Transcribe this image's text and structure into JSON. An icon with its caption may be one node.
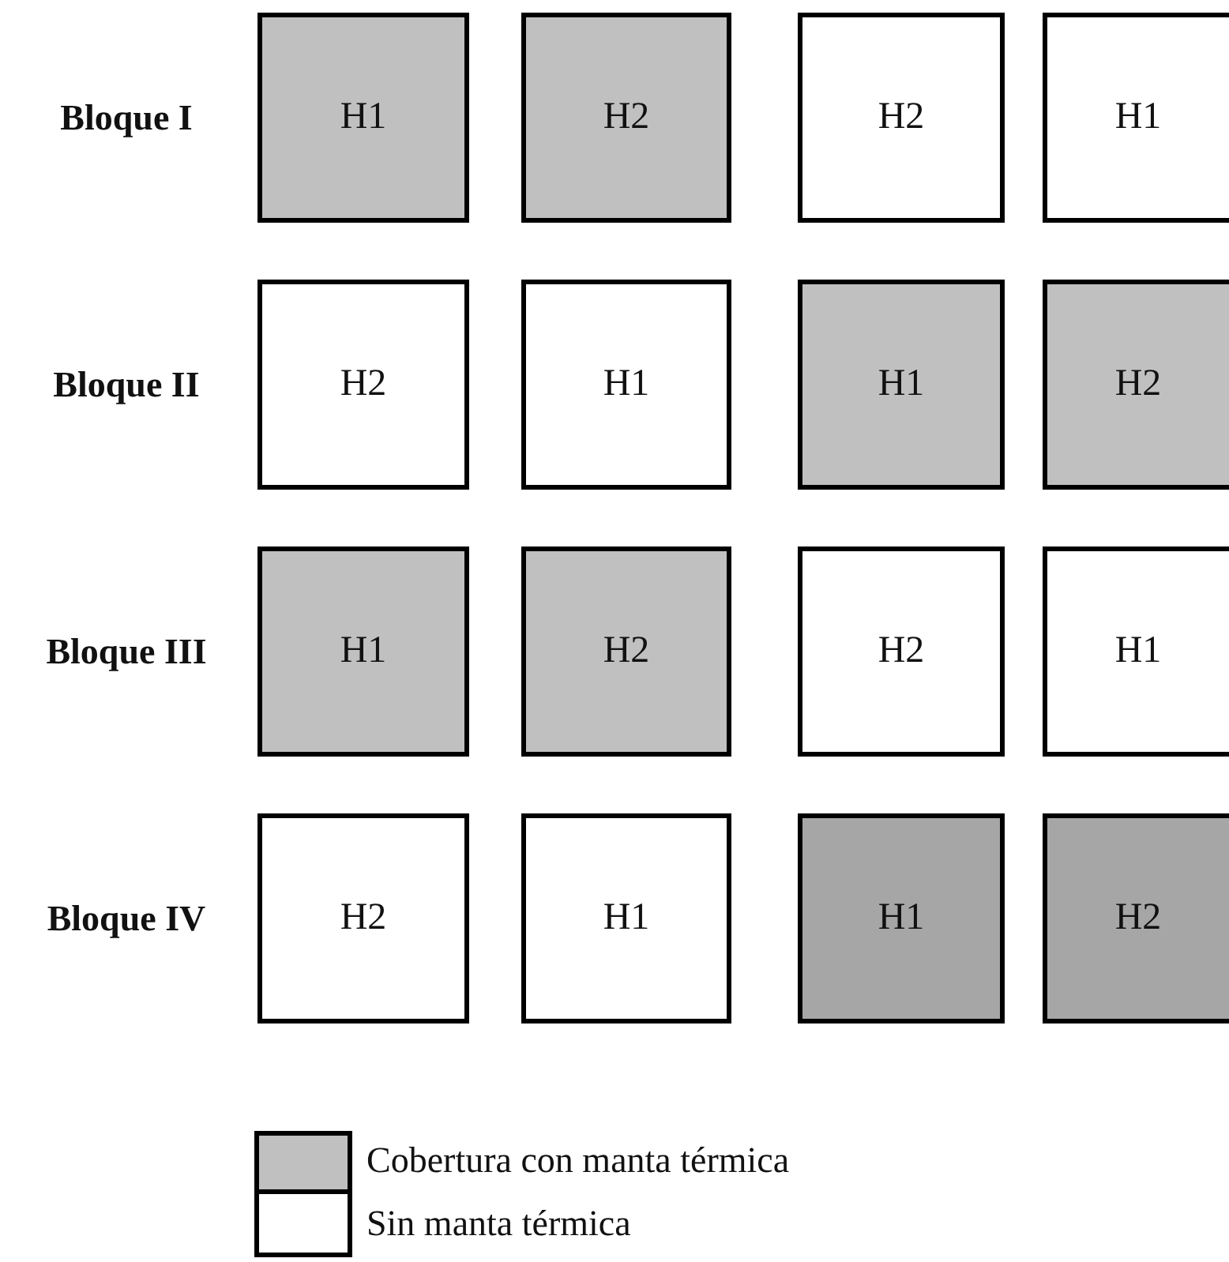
{
  "diagram": {
    "nodes": [
      {
        "text": [
          "H1"
        ]
      },
      {
        "text": [
          "H2"
        ]
      },
      {
        "text": [
          "H2"
        ]
      },
      {
        "text": [
          "H1"
        ]
      },
      {
        "text": [
          "H2"
        ]
      },
      {
        "text": [
          "H1"
        ]
      },
      {
        "text": [
          "H1"
        ]
      },
      {
        "text": [
          "H2"
        ]
      },
      {
        "text": [
          "H1"
        ]
      },
      {
        "text": [
          "H2"
        ]
      },
      {
        "text": [
          "H2"
        ]
      },
      {
        "text": [
          "H1"
        ]
      },
      {
        "text": [
          "H2"
        ]
      },
      {
        "text": [
          "H1"
        ]
      },
      {
        "text": [
          "H1"
        ]
      },
      {
        "text": [
          "H2"
        ]
      }
    ],
    "edges": [],
    "labels": [
      "Bloque I",
      "Bloque II",
      "Bloque III",
      "Bloque IV"
    ],
    "legend": [
      {
        "text": "Cobertura con manta térmica",
        "color": "#c0c0c0"
      },
      {
        "text": "Sin manta térmica",
        "color": "#ffffff"
      }
    ]
  }
}
